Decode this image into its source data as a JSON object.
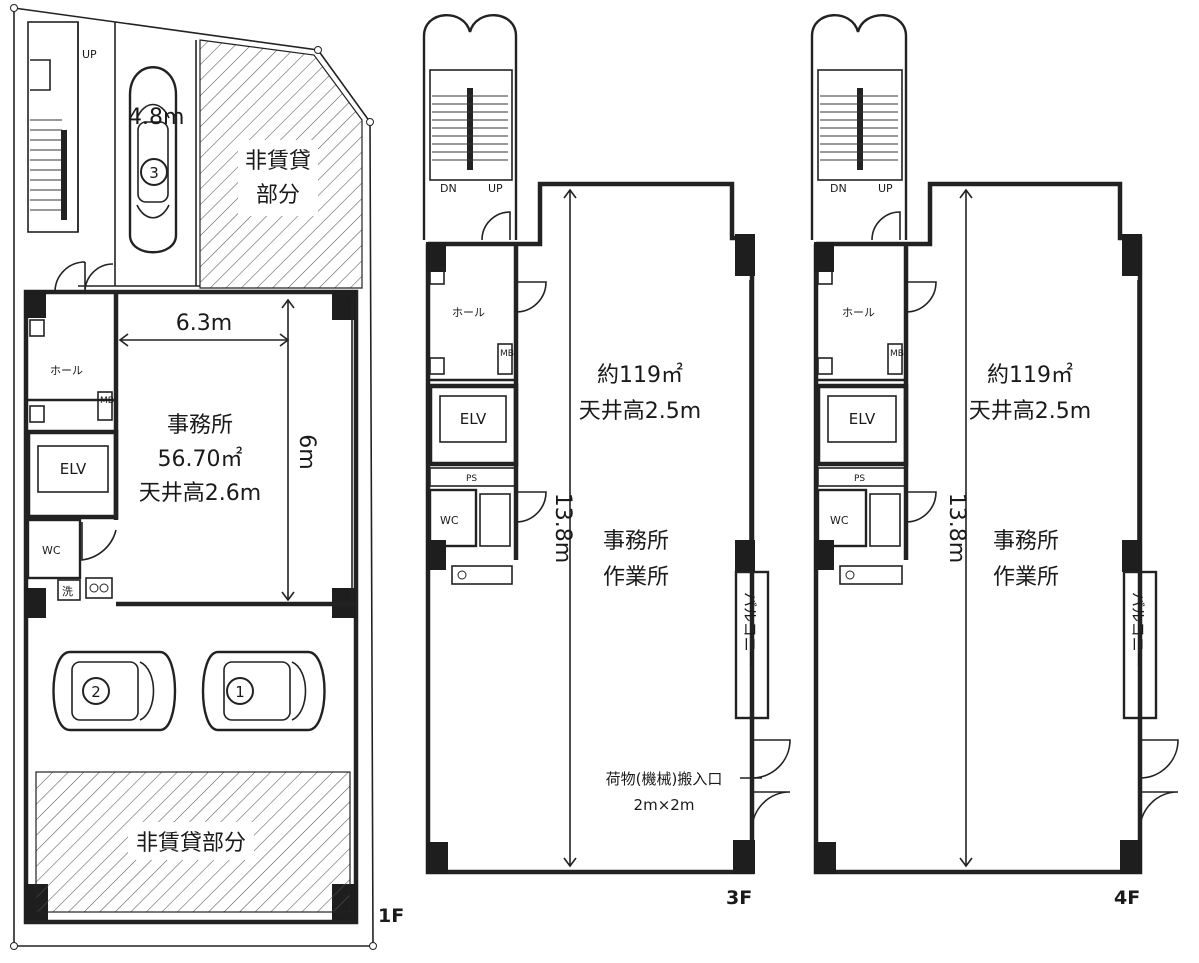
{
  "floors": {
    "f1": {
      "floor_label": "1F",
      "labels": {
        "up": "UP",
        "parking_depth": "4.8m",
        "space3": "3",
        "nonrental_top_l1": "非賃貸",
        "nonrental_top_l2": "部分",
        "width_dim": "6.3m",
        "depth_dim": "6m",
        "hall": "ホール",
        "mb": "MB",
        "elv": "ELV",
        "office_l1": "事務所",
        "office_l2": "56.70㎡",
        "office_l3": "天井高2.6m",
        "wc": "WC",
        "wash": "洗",
        "space2": "2",
        "space1": "1",
        "nonrental_bottom": "非賃貸部分"
      }
    },
    "f3": {
      "floor_label": "3F",
      "labels": {
        "dn": "DN",
        "up": "UP",
        "hall": "ホール",
        "mb": "MB",
        "elv": "ELV",
        "ps": "PS",
        "wc": "WC",
        "area_l1": "約119㎡",
        "area_l2": "天井高2.5m",
        "depth_dim": "13.8m",
        "use_l1": "事務所",
        "use_l2": "作業所",
        "balcony": "バルコニー",
        "loading_l1": "荷物(機械)搬入口",
        "loading_l2": "2m×2m"
      }
    },
    "f4": {
      "floor_label": "4F",
      "labels": {
        "dn": "DN",
        "up": "UP",
        "hall": "ホール",
        "mb": "MB",
        "elv": "ELV",
        "ps": "PS",
        "wc": "WC",
        "area_l1": "約119㎡",
        "area_l2": "天井高2.5m",
        "depth_dim": "13.8m",
        "use_l1": "事務所",
        "use_l2": "作業所",
        "balcony": "バルコニー"
      }
    }
  }
}
